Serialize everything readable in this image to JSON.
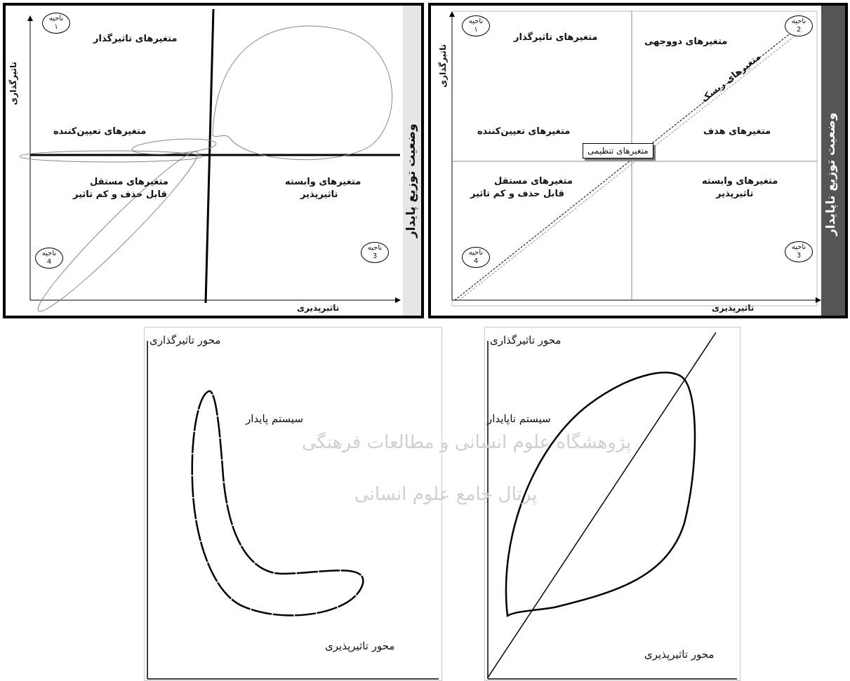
{
  "stable_panel": {
    "axis_y": "تاثیرگذاری",
    "axis_x": "تاثیرپذیری",
    "side_bar": "وضعیت توزیع پایدار",
    "quadrants": {
      "q1": "متغیرهای تاثیرگذار",
      "determinant": "متغیرهای تعیین‌کننده",
      "independent_1": "متغیرهای مستقل",
      "independent_2": "قابل حذف و کم تاثیر",
      "dependent_1": "متغیرهای وابسته",
      "dependent_2": "تاثیرپذیر"
    },
    "zones": [
      {
        "word": "ناحیه",
        "num": "۱"
      },
      {
        "word": "ناحیه",
        "num": "3"
      },
      {
        "word": "ناحیه",
        "num": "4"
      }
    ]
  },
  "unstable_panel": {
    "axis_y": "تاثیرگذاری",
    "axis_x": "تاثیرپذیری",
    "side_bar": "وضعیت توزیع ناپایدار",
    "quadrants": {
      "q1": "متغیرهای تاثیرگذار",
      "dual": "متغیرهای دووجهی",
      "risk": "متغیرهای ریسک",
      "determinant": "متغیرهای تعیین‌کننده",
      "target": "متغیرهای هدف",
      "regulatory": "متغیرهای تنظیمی",
      "independent_1": "متغیرهای مستقل",
      "independent_2": "قابل حذف و کم تاثیر",
      "dependent_1": "متغیرهای وابسته",
      "dependent_2": "تاثیرپذیر"
    },
    "zones": [
      {
        "word": "ناحیه",
        "num": "۱"
      },
      {
        "word": "ناحیه",
        "num": "2"
      },
      {
        "word": "ناحیه",
        "num": "3"
      },
      {
        "word": "ناحیه",
        "num": "4"
      }
    ]
  },
  "bottom_left": {
    "axis_y": "محور تاثیرگذاری",
    "axis_x": "محور تاثیرپذیری",
    "label": "سیستم پایدار"
  },
  "bottom_right": {
    "axis_y": "محور تاثیرگذاری",
    "axis_x": "محور تاثیرپذیری",
    "label": "سیستم ناپایدار"
  },
  "watermark": {
    "line1": "پژوهشگاه علوم انسانی و مطالعات فرهنگی",
    "line2": "پرتال جامع علوم انسانی"
  }
}
